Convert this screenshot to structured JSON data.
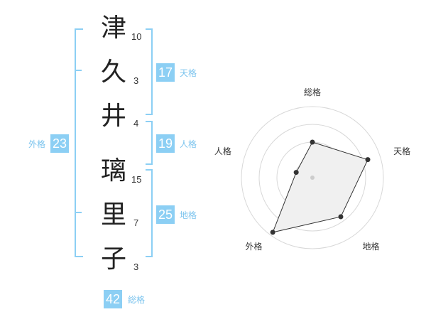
{
  "name": {
    "chars": [
      {
        "char": "津",
        "strokes": "10"
      },
      {
        "char": "久",
        "strokes": "3"
      },
      {
        "char": "井",
        "strokes": "4"
      },
      {
        "char": "璃",
        "strokes": "15"
      },
      {
        "char": "里",
        "strokes": "7"
      },
      {
        "char": "子",
        "strokes": "3"
      }
    ]
  },
  "scores": {
    "tenkaku": {
      "value": "17",
      "label": "天格"
    },
    "jinkaku": {
      "value": "19",
      "label": "人格"
    },
    "chikaku": {
      "value": "25",
      "label": "地格"
    },
    "gaikaku": {
      "value": "23",
      "label": "外格"
    },
    "soukaku": {
      "value": "42",
      "label": "総格"
    }
  },
  "colors": {
    "accent": "#8ccff4",
    "accent_text": "#7cc4ee",
    "text": "#222222"
  },
  "chart_data": {
    "type": "radar",
    "axes": [
      "総格",
      "天格",
      "地格",
      "外格",
      "人格"
    ],
    "values": [
      0.5,
      0.82,
      0.68,
      0.95,
      0.24
    ],
    "rings": 4,
    "range": [
      0,
      1
    ]
  }
}
